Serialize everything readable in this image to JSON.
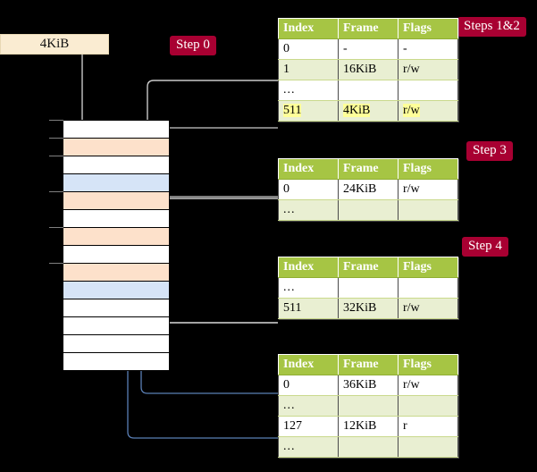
{
  "meta": {
    "background": "#000000",
    "accent_green": "#a6c544",
    "accent_red": "#a80032",
    "highlight_yellow": "#ffff99",
    "used_frame_color": "#fde1cb",
    "table_frame_color": "#d6e4f7",
    "request_box_color": "#faecd2"
  },
  "request": {
    "label": "4KiB"
  },
  "labels": {
    "step0": "Step 0",
    "steps12": "Steps 1&2",
    "step3": "Step 3",
    "step4": "Step 4"
  },
  "columns": [
    "Index",
    "Frame",
    "Flags"
  ],
  "tables": [
    {
      "name": "level4-table",
      "rows": [
        {
          "index": "0",
          "frame": "-",
          "flags": "-",
          "highlight": []
        },
        {
          "index": "1",
          "frame": "16KiB",
          "flags": "r/w",
          "highlight": []
        },
        {
          "index": "...",
          "frame": "",
          "flags": "",
          "highlight": []
        },
        {
          "index": "511",
          "frame": "4KiB",
          "flags": "r/w",
          "highlight": [
            "index",
            "frame",
            "flags"
          ]
        }
      ]
    },
    {
      "name": "level3-table",
      "rows": [
        {
          "index": "0",
          "frame": "24KiB",
          "flags": "r/w",
          "highlight": []
        },
        {
          "index": "...",
          "frame": "",
          "flags": "",
          "highlight": []
        }
      ]
    },
    {
      "name": "level2-table",
      "rows": [
        {
          "index": "...",
          "frame": "",
          "flags": "",
          "highlight": []
        },
        {
          "index": "511",
          "frame": "32KiB",
          "flags": "r/w",
          "highlight": []
        }
      ]
    },
    {
      "name": "level1-table",
      "rows": [
        {
          "index": "0",
          "frame": "36KiB",
          "flags": "r/w",
          "highlight": []
        },
        {
          "index": "...",
          "frame": "",
          "flags": "",
          "highlight": []
        },
        {
          "index": "127",
          "frame": "12KiB",
          "flags": "r",
          "highlight": []
        },
        {
          "index": "...",
          "frame": "",
          "flags": "",
          "highlight": []
        }
      ]
    }
  ],
  "memory_cells": [
    {
      "state": "free",
      "tick": true
    },
    {
      "state": "used",
      "tick": true
    },
    {
      "state": "free",
      "tick": true
    },
    {
      "state": "table",
      "tick": false
    },
    {
      "state": "used",
      "tick": true
    },
    {
      "state": "free",
      "tick": false
    },
    {
      "state": "used",
      "tick": true
    },
    {
      "state": "free",
      "tick": false
    },
    {
      "state": "used",
      "tick": true
    },
    {
      "state": "table",
      "tick": false
    },
    {
      "state": "free",
      "tick": false
    },
    {
      "state": "free",
      "tick": false
    },
    {
      "state": "free",
      "tick": false
    },
    {
      "state": "free",
      "tick": false
    }
  ]
}
